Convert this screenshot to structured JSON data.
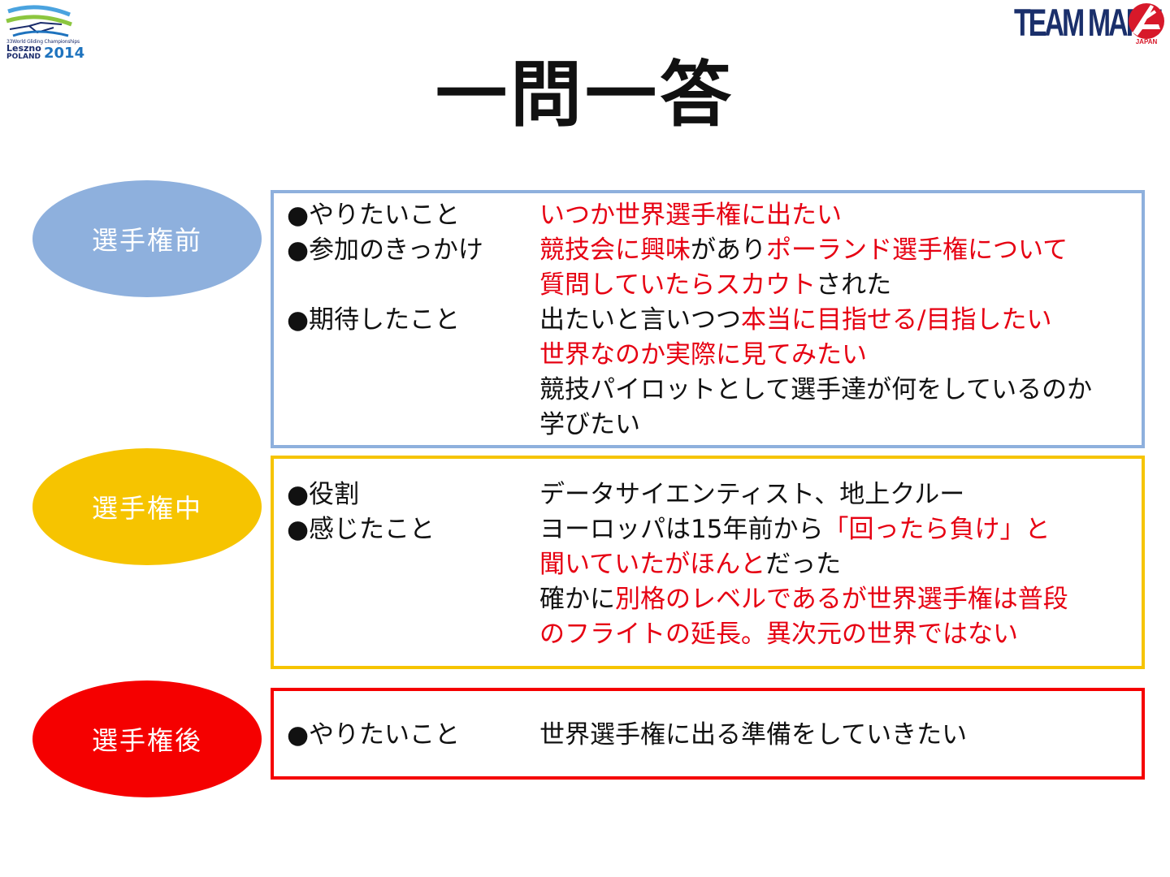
{
  "logo_left": {
    "tiny": "33World Gliding Championships",
    "city": "Leszno",
    "country": "POLAND",
    "year": "2014"
  },
  "logo_right": {
    "brand": "TEAM MARU",
    "sub": "JAPAN"
  },
  "title": "一問一答",
  "colors": {
    "before": "#8eb0dd",
    "during": "#f6c400",
    "after": "#f50000",
    "highlight": "#e60012"
  },
  "sections": {
    "before": {
      "label": "選手権前",
      "rows": [
        {
          "label": "●やりたいこと",
          "lines": [
            [
              "",
              "いつか世界選手権に出たい",
              "",
              "",
              "",
              ""
            ]
          ]
        },
        {
          "label": "●参加のきっかけ",
          "lines": [
            [
              "",
              "競技会に興味",
              "があり",
              "ポーランド選手権について",
              "",
              ""
            ],
            [
              "",
              "質問していたらスカウト",
              "された",
              "",
              "",
              ""
            ]
          ]
        },
        {
          "label": "●期待したこと",
          "lines": [
            [
              "出たいと言いつつ",
              "本当に目指せる/目指したい",
              "",
              "",
              "",
              ""
            ],
            [
              "",
              "世界なのか実際に見てみたい",
              "",
              "",
              "",
              ""
            ],
            [
              "競技パイロットとして選手達が何をしているのか",
              "",
              "",
              "",
              "",
              ""
            ],
            [
              "学びたい",
              "",
              "",
              "",
              "",
              ""
            ]
          ]
        }
      ]
    },
    "during": {
      "label": "選手権中",
      "rows": [
        {
          "label": "●役割",
          "lines": [
            [
              "データサイエンティスト、地上クルー",
              "",
              "",
              "",
              "",
              ""
            ]
          ]
        },
        {
          "label": "●感じたこと",
          "lines": [
            [
              " ヨーロッパは15年前から",
              "「回ったら負け」と",
              "",
              "",
              "",
              ""
            ],
            [
              "",
              "聞いていたがほんと",
              "だった",
              "",
              "",
              ""
            ],
            [
              "確かに",
              "別格のレベルであるが世界選手権は普段",
              "",
              "",
              "",
              ""
            ],
            [
              "",
              "のフライトの延長。異次元の世界ではない",
              "",
              "",
              "",
              ""
            ]
          ]
        }
      ]
    },
    "after": {
      "label": "選手権後",
      "rows": [
        {
          "label": "●やりたいこと",
          "lines": [
            [
              "世界選手権に出る準備をしていきたい",
              "",
              "",
              "",
              "",
              ""
            ]
          ]
        }
      ]
    }
  }
}
